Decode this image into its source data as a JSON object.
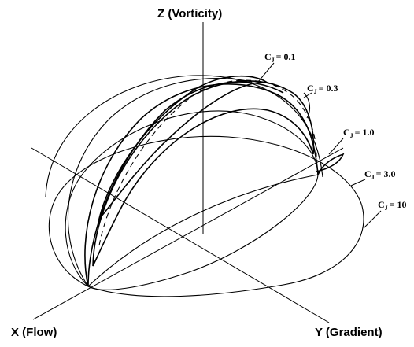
{
  "axes": {
    "z_label": "Z (Vorticity)",
    "x_label": "X (Flow)",
    "y_label": "Y (Gradient)"
  },
  "orbit_labels": [
    {
      "symbol": "C",
      "subscript": "J",
      "value": "= 0.1"
    },
    {
      "symbol": "C",
      "subscript": "J",
      "value": "= 0.3"
    },
    {
      "symbol": "C",
      "subscript": "J",
      "value": "= 1.0"
    },
    {
      "symbol": "C",
      "subscript": "J",
      "value": "= 3.0"
    },
    {
      "symbol": "C",
      "subscript": "J",
      "value": "= 10"
    }
  ]
}
